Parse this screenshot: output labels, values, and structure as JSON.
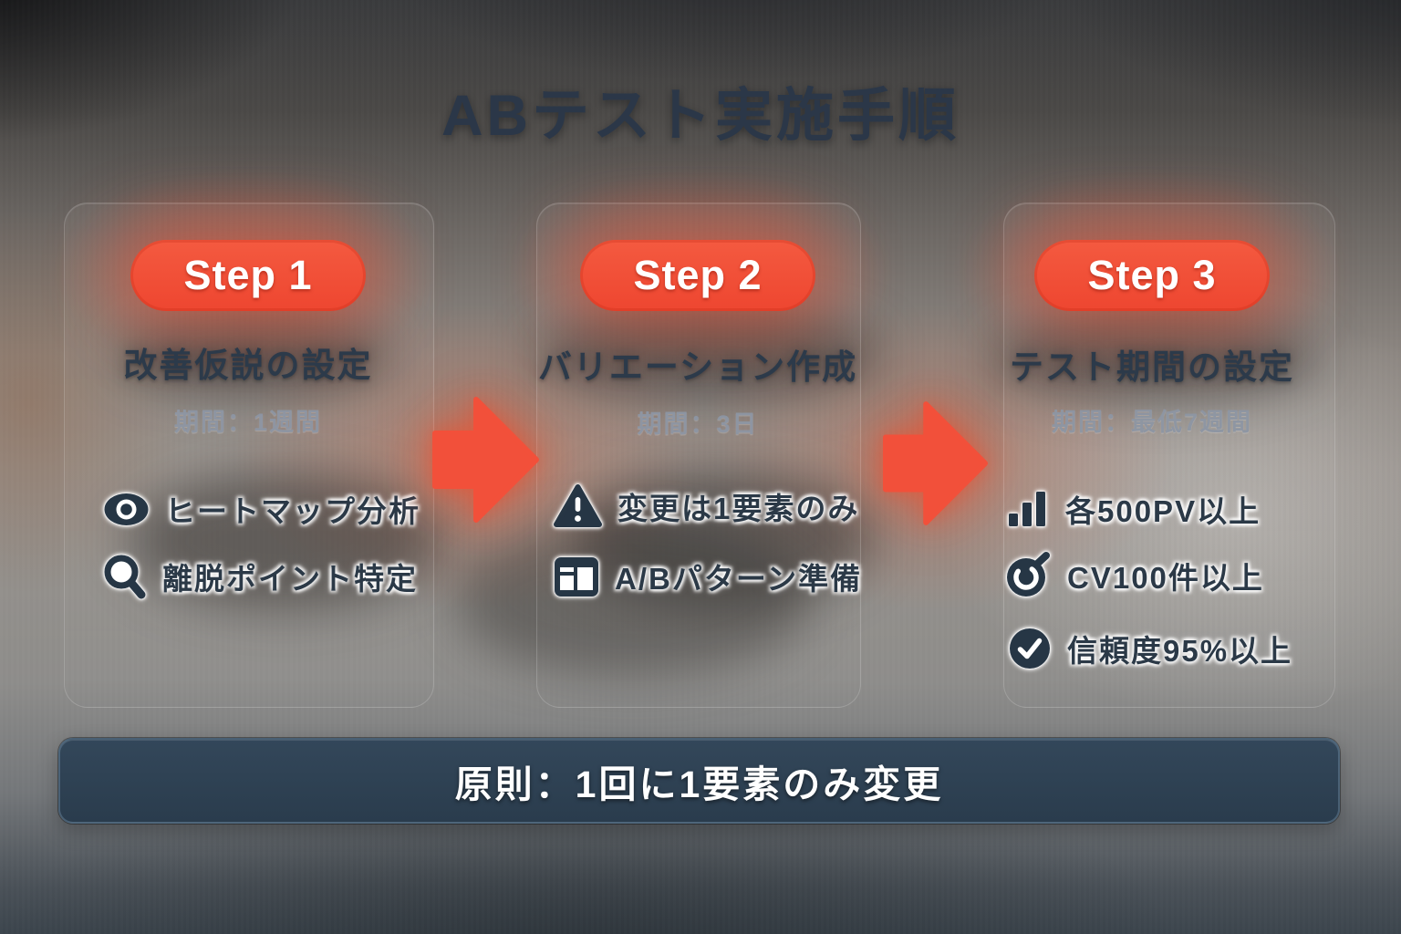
{
  "title": "ABテスト実施手順",
  "steps": [
    {
      "badge": "Step 1",
      "name": "改善仮説の設定",
      "period": "期間：1週間",
      "items": [
        {
          "icon": "eye-icon",
          "label": "ヒートマップ分析"
        },
        {
          "icon": "search-icon",
          "label": "離脱ポイント特定"
        }
      ]
    },
    {
      "badge": "Step 2",
      "name": "バリエーション作成",
      "period": "期間：3日",
      "items": [
        {
          "icon": "warning-icon",
          "label": "変更は1要素のみ"
        },
        {
          "icon": "split-layout-icon",
          "label": "A/Bパターン準備"
        }
      ]
    },
    {
      "badge": "Step 3",
      "name": "テスト期間の設定",
      "period": "期間：最低7週間",
      "items": [
        {
          "icon": "bar-chart-icon",
          "label": "各500PV以上"
        },
        {
          "icon": "target-icon",
          "label": "CV100件以上"
        },
        {
          "icon": "check-circle-icon",
          "label": "信頼度95%以上"
        }
      ]
    }
  ],
  "footer": {
    "principle": "原則：1回に1要素のみ変更"
  },
  "colors": {
    "accent_red": "#ee4630",
    "dark_navy": "#2b3947",
    "banner_bg": "#2e4150",
    "period_gray": "#8c95a2",
    "title_navy": "#2b3748"
  }
}
